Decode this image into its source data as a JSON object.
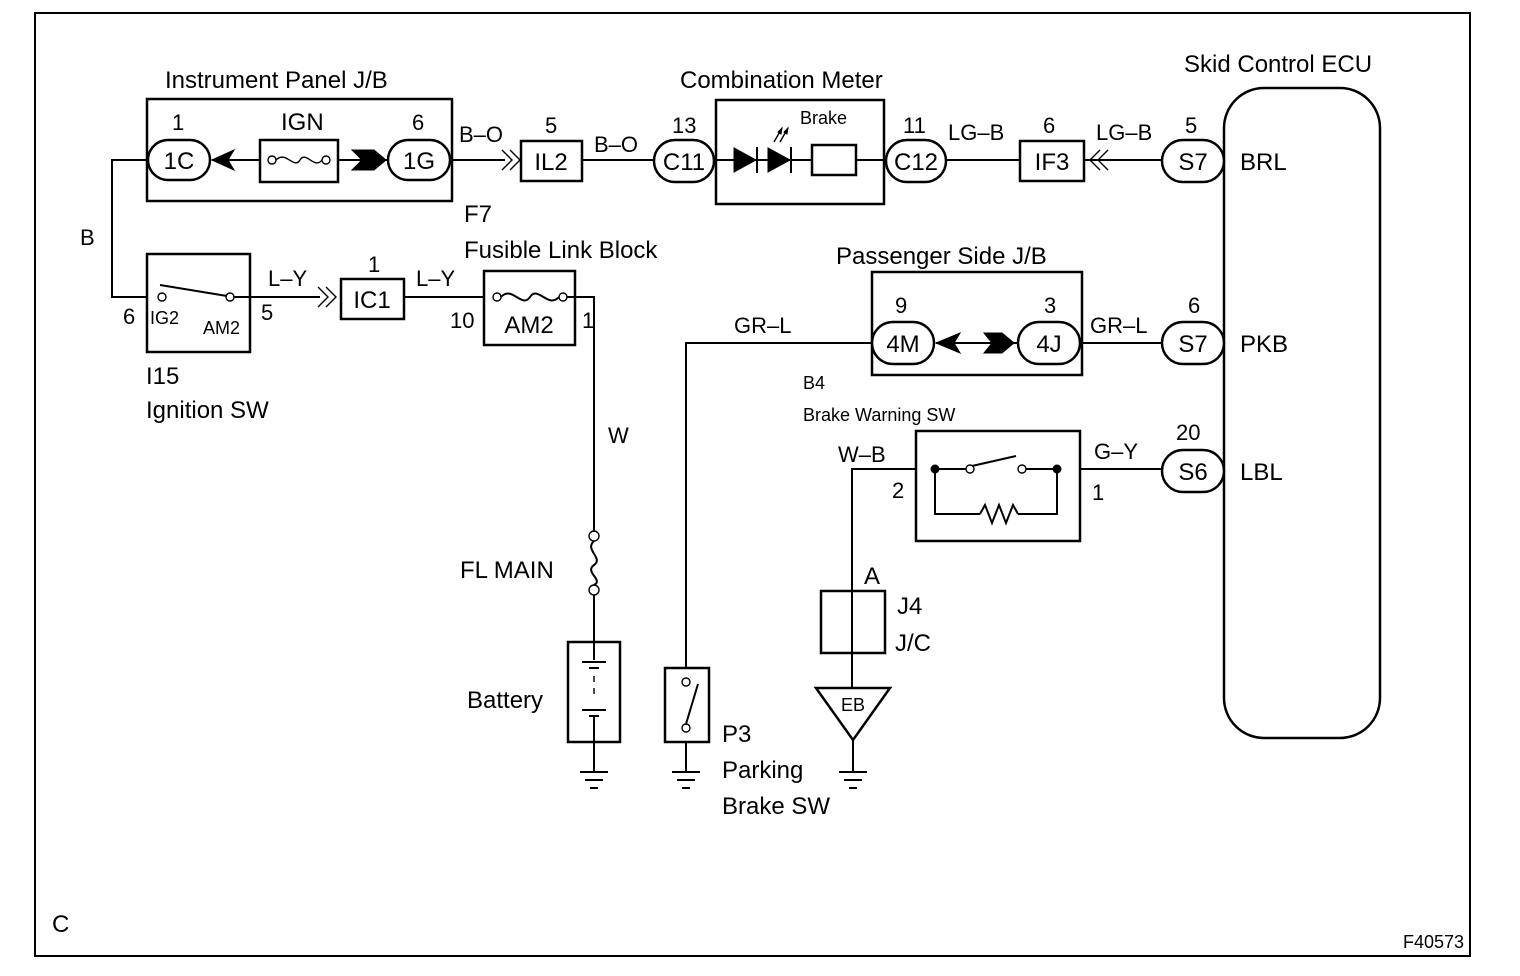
{
  "page": {
    "corner_label": "C",
    "figure_id": "F40573"
  },
  "components": {
    "instrument_panel_jb": {
      "title": "Instrument Panel J/B",
      "fuse": "IGN",
      "left_conn": "1C",
      "left_pin": "1",
      "right_conn": "1G",
      "right_pin": "6"
    },
    "combination_meter": {
      "title": "Combination Meter",
      "inner_label": "Brake",
      "left_conn": "C11",
      "left_pin": "13",
      "right_conn": "C12",
      "right_pin": "11"
    },
    "junction_il2": {
      "label": "IL2",
      "pin": "5"
    },
    "junction_if3": {
      "label": "IF3",
      "pin": "6"
    },
    "skid_control_ecu": {
      "title": "Skid Control ECU",
      "terminals": [
        {
          "conn": "S7",
          "pin": "5",
          "name": "BRL"
        },
        {
          "conn": "S7",
          "pin": "6",
          "name": "PKB"
        },
        {
          "conn": "S6",
          "pin": "20",
          "name": "LBL"
        }
      ]
    },
    "ignition_sw": {
      "ref": "I15",
      "name": "Ignition SW",
      "term_left": "IG2",
      "term_right": "AM2",
      "pin_left": "6",
      "pin_right": "5"
    },
    "junction_ic1": {
      "label": "IC1",
      "pin": "1"
    },
    "fusible_link_block": {
      "ref": "F7",
      "name": "Fusible Link Block",
      "fuse": "AM2",
      "pin_left": "10",
      "pin_right": "1"
    },
    "passenger_side_jb": {
      "title": "Passenger Side J/B",
      "left_conn": "4M",
      "left_pin": "9",
      "right_conn": "4J",
      "right_pin": "3"
    },
    "brake_warning_sw": {
      "ref": "B4",
      "name": "Brake Warning SW",
      "pin_left": "2",
      "pin_right": "1"
    },
    "fl_main": {
      "label": "FL MAIN"
    },
    "battery": {
      "label": "Battery"
    },
    "parking_brake_sw": {
      "ref": "P3",
      "name_line1": "Parking",
      "name_line2": "Brake SW"
    },
    "junction_j4": {
      "ref": "J4",
      "type": "J/C",
      "pin": "A"
    },
    "ground_eb": {
      "label": "EB"
    }
  },
  "wires": {
    "b": "B",
    "b_o_1": "B–O",
    "b_o_2": "B–O",
    "lg_b_1": "LG–B",
    "lg_b_2": "LG–B",
    "l_y_1": "L–Y",
    "l_y_2": "L–Y",
    "w": "W",
    "gr_l_1": "GR–L",
    "gr_l_2": "GR–L",
    "w_b": "W–B",
    "g_y": "G–Y"
  }
}
